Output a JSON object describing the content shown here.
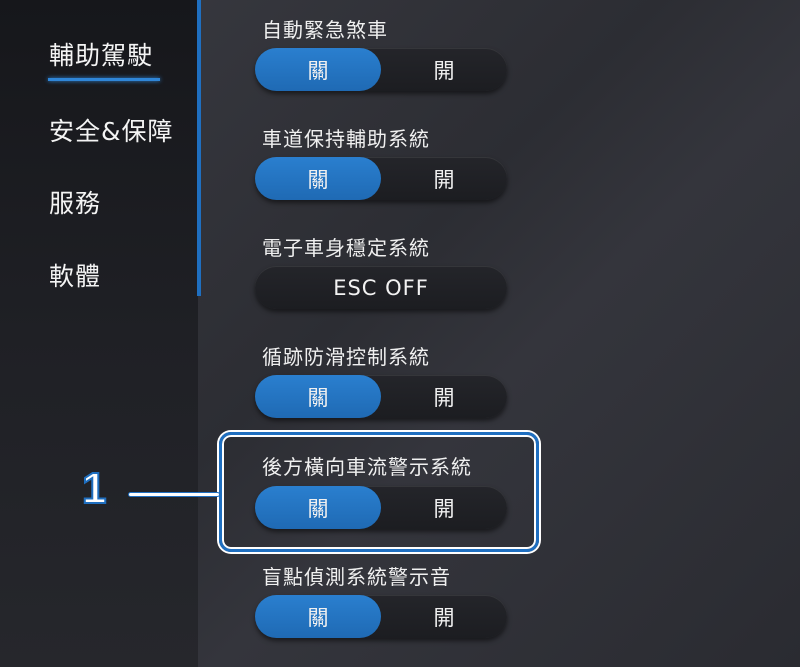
{
  "sidebar": {
    "items": [
      {
        "label": "輔助駕駛",
        "active": true
      },
      {
        "label": "安全&保障"
      },
      {
        "label": "服務"
      },
      {
        "label": "軟體"
      }
    ]
  },
  "settings": [
    {
      "label": "自動緊急煞車",
      "off": "關",
      "on": "開",
      "state": "關"
    },
    {
      "label": "車道保持輔助系統",
      "off": "關",
      "on": "開",
      "state": "關"
    },
    {
      "label": "電子車身穩定系統",
      "button": "ESC OFF"
    },
    {
      "label": "循跡防滑控制系統",
      "off": "關",
      "on": "開",
      "state": "關"
    },
    {
      "label": "後方橫向車流警示系統",
      "off": "關",
      "on": "開",
      "state": "關"
    },
    {
      "label": "盲點偵測系統警示音",
      "off": "關",
      "on": "開",
      "state": "關"
    }
  ],
  "callout": {
    "number": "1"
  },
  "colors": {
    "accent": "#2a7fcf"
  }
}
